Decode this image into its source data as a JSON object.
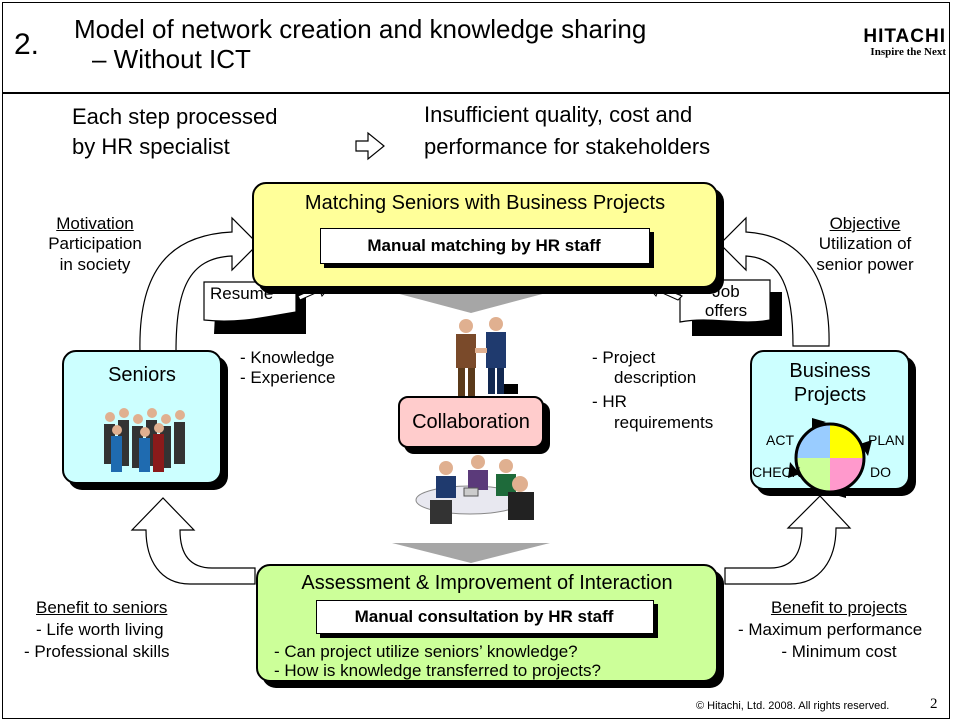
{
  "header": {
    "number": "2.",
    "title_line1": "Model of network creation and knowledge sharing",
    "title_line2": "– Without ICT",
    "logo_brand": "HITACHI",
    "logo_tagline": "Inspire the Next"
  },
  "intro": {
    "left_line1": "Each step processed",
    "left_line2": "by HR specialist",
    "right_line1": "Insufficient quality, cost and",
    "right_line2": "performance for stakeholders"
  },
  "matching": {
    "title": "Matching Seniors with Business Projects",
    "inner": "Manual matching by HR staff"
  },
  "docs": {
    "resume": "Resume",
    "job_offers_line1": "Job",
    "job_offers_line2": "offers"
  },
  "motivation": {
    "heading": "Motivation",
    "line1": "Participation",
    "line2": "in society"
  },
  "objective": {
    "heading": "Objective",
    "line1": "Utilization of",
    "line2": "senior power"
  },
  "seniors": {
    "title": "Seniors"
  },
  "senior_offers": {
    "line1": "- Knowledge",
    "line2": "- Experience"
  },
  "collaboration": {
    "label": "Collaboration"
  },
  "project_needs": {
    "line1": "- Project",
    "line2": "description",
    "line3": "- HR",
    "line4": "requirements"
  },
  "projects": {
    "title_line1": "Business",
    "title_line2": "Projects",
    "pdca": {
      "act": "ACT",
      "plan": "PLAN",
      "check": "CHECK",
      "do": "DO"
    },
    "colors": {
      "act": "#99ccff",
      "plan": "#ffff00",
      "check": "#ccff99",
      "do": "#ff99cc"
    }
  },
  "assessment": {
    "title": "Assessment & Improvement of Interaction",
    "inner": "Manual consultation by HR staff",
    "q1": "- Can project utilize seniors’ knowledge?",
    "q2": "- How is knowledge transferred to projects?"
  },
  "benefit_seniors": {
    "heading": "Benefit to seniors",
    "line1": "- Life worth living",
    "line2": "- Professional skills"
  },
  "benefit_projects": {
    "heading": "Benefit to projects",
    "line1": "- Maximum performance",
    "line2": "- Minimum cost"
  },
  "footer": {
    "copyright": "© Hitachi, Ltd. 2008. All rights reserved.",
    "page": "2"
  },
  "colors": {
    "matching_fill": "#ffff99",
    "seniors_fill": "#ccffff",
    "collab_fill": "#ffcccc",
    "assessment_fill": "#ccff99",
    "arrow_fill": "#a6a6a6"
  }
}
